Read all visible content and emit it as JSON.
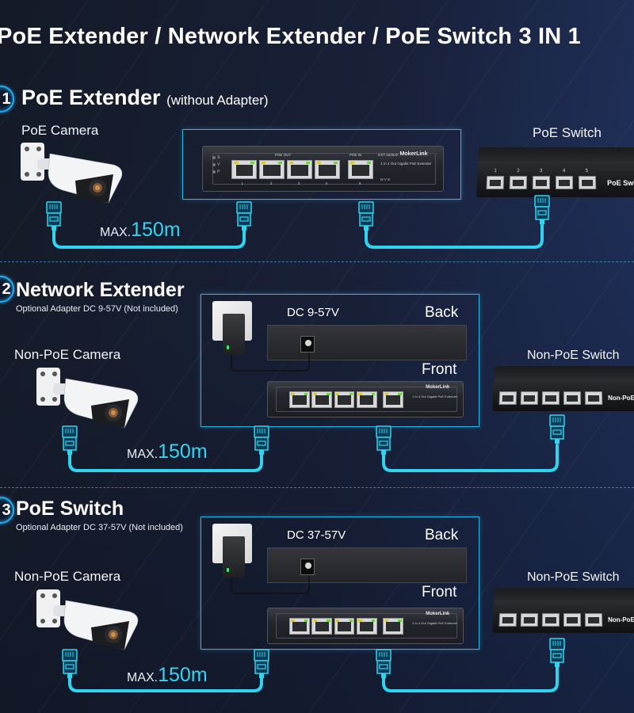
{
  "title": "PoE Extender / Network Extender / PoE Switch 3 IN 1",
  "colors": {
    "accent_cyan": "#2fd4f0",
    "frame_blue": "#2bb6e6",
    "led_green": "#6fcf46",
    "led_yellow": "#d7c63a"
  },
  "sections": [
    {
      "number": "1",
      "title": "PoE Extender",
      "title_paren": "(without Adapter)",
      "subtitle": "",
      "camera_label": "PoE Camera",
      "switch_label": "PoE Switch",
      "switch_name": "PoE Swi",
      "max_prefix": "MAX.",
      "max_value": "150m"
    },
    {
      "number": "2",
      "title": "Network Extender",
      "subtitle": "Optional Adapter DC 9-57V (Not included)",
      "dc_label": "DC 9-57V",
      "back_label": "Back",
      "front_label": "Front",
      "camera_label": "Non-PoE Camera",
      "switch_label": "Non-PoE Switch",
      "switch_name": "Non-PoE",
      "max_prefix": "MAX.",
      "max_value": "150m"
    },
    {
      "number": "3",
      "title": "PoE Switch",
      "subtitle": "Optional Adapter DC 37-57V (Not included)",
      "dc_label": "DC 37-57V",
      "back_label": "Back",
      "front_label": "Front",
      "camera_label": "Non-PoE Camera",
      "switch_label": "Non-PoE Switch",
      "switch_name": "Non-PoE",
      "max_prefix": "MAX.",
      "max_value": "150m"
    }
  ],
  "extender": {
    "brand": "MokerLink",
    "model": "EXT-1046AF",
    "description": "1 In 4 Out Gigabit PoE Extender",
    "poe_out_label": "POE OUT",
    "poe_in_label": "POE IN",
    "led_labels": [
      "S",
      "V",
      "P"
    ],
    "port_numbers": [
      "1",
      "2",
      "3",
      "4",
      "5"
    ],
    "switch_labels": "N V S"
  },
  "switch": {
    "port_numbers": [
      "1",
      "2",
      "3",
      "4",
      "5"
    ]
  }
}
